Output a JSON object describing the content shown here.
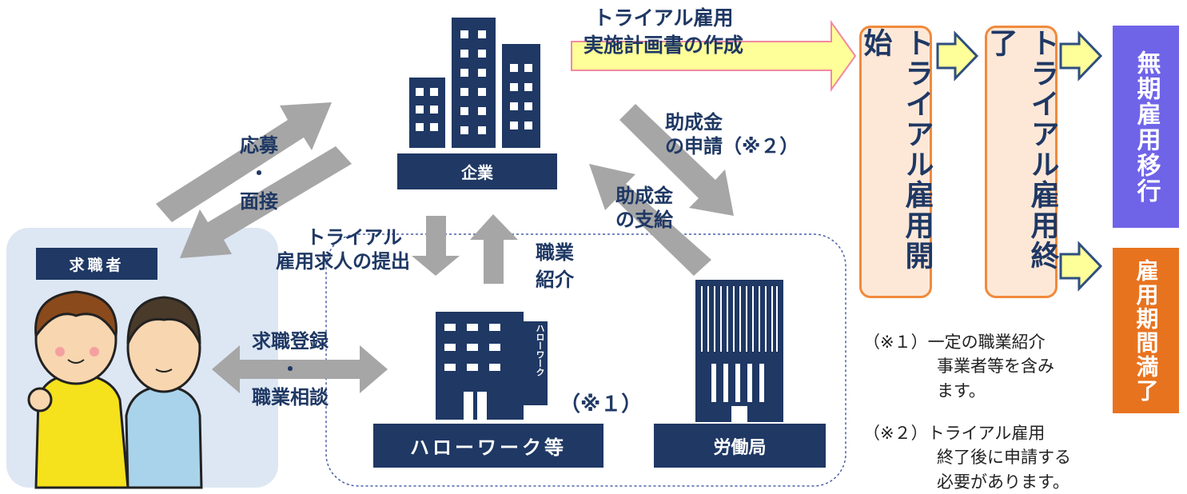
{
  "plan_label": {
    "line1": "トライアル雇用",
    "line2": "実施計画書の作成"
  },
  "nodes": {
    "company": "企業",
    "jobseeker": "求職者",
    "hellowork": "ハローワーク等",
    "hellowork_sign": "ハローワーク",
    "labor_bureau": "労働局"
  },
  "flows": {
    "apply_interview": {
      "line1": "応募",
      "line2": "・",
      "line3": "面接"
    },
    "submit_job": {
      "line1": "トライアル",
      "line2": "雇用求人の提出"
    },
    "job_referral": {
      "line1": "職業",
      "line2": "紹介"
    },
    "register_consult": {
      "line1": "求職登録",
      "line2": "・",
      "line3": "職業相談"
    },
    "subsidy_apply": {
      "line1": "助成金",
      "line2": "の申請（※２）"
    },
    "subsidy_pay": {
      "line1": "助成金",
      "line2": "の支給"
    },
    "note1_ref": "（※１）"
  },
  "steps": {
    "start": "トライアル雇用開始",
    "end": "トライアル雇用終了",
    "permanent": "無期雇用移行",
    "expire": "雇用期間満了"
  },
  "notes": {
    "n1_line1": "（※１）一定の職業紹介",
    "n1_line2": "事業者等を含み",
    "n1_line3": "ます。",
    "n2_line1": "（※２）トライアル雇用",
    "n2_line2": "終了後に申請する",
    "n2_line3": "必要があります。"
  },
  "colors": {
    "navy": "#1f3864",
    "grey_arrow": "#a6a6a6",
    "yellow_arrow": "#ffff99",
    "orange": "#f08a3c",
    "purple": "#6f64e8",
    "orange_box": "#e8731f",
    "jobseeker_bg": "#dde7f3",
    "yellow_shirt": "#f5e11c",
    "blue_shirt": "#a9d3ea"
  }
}
